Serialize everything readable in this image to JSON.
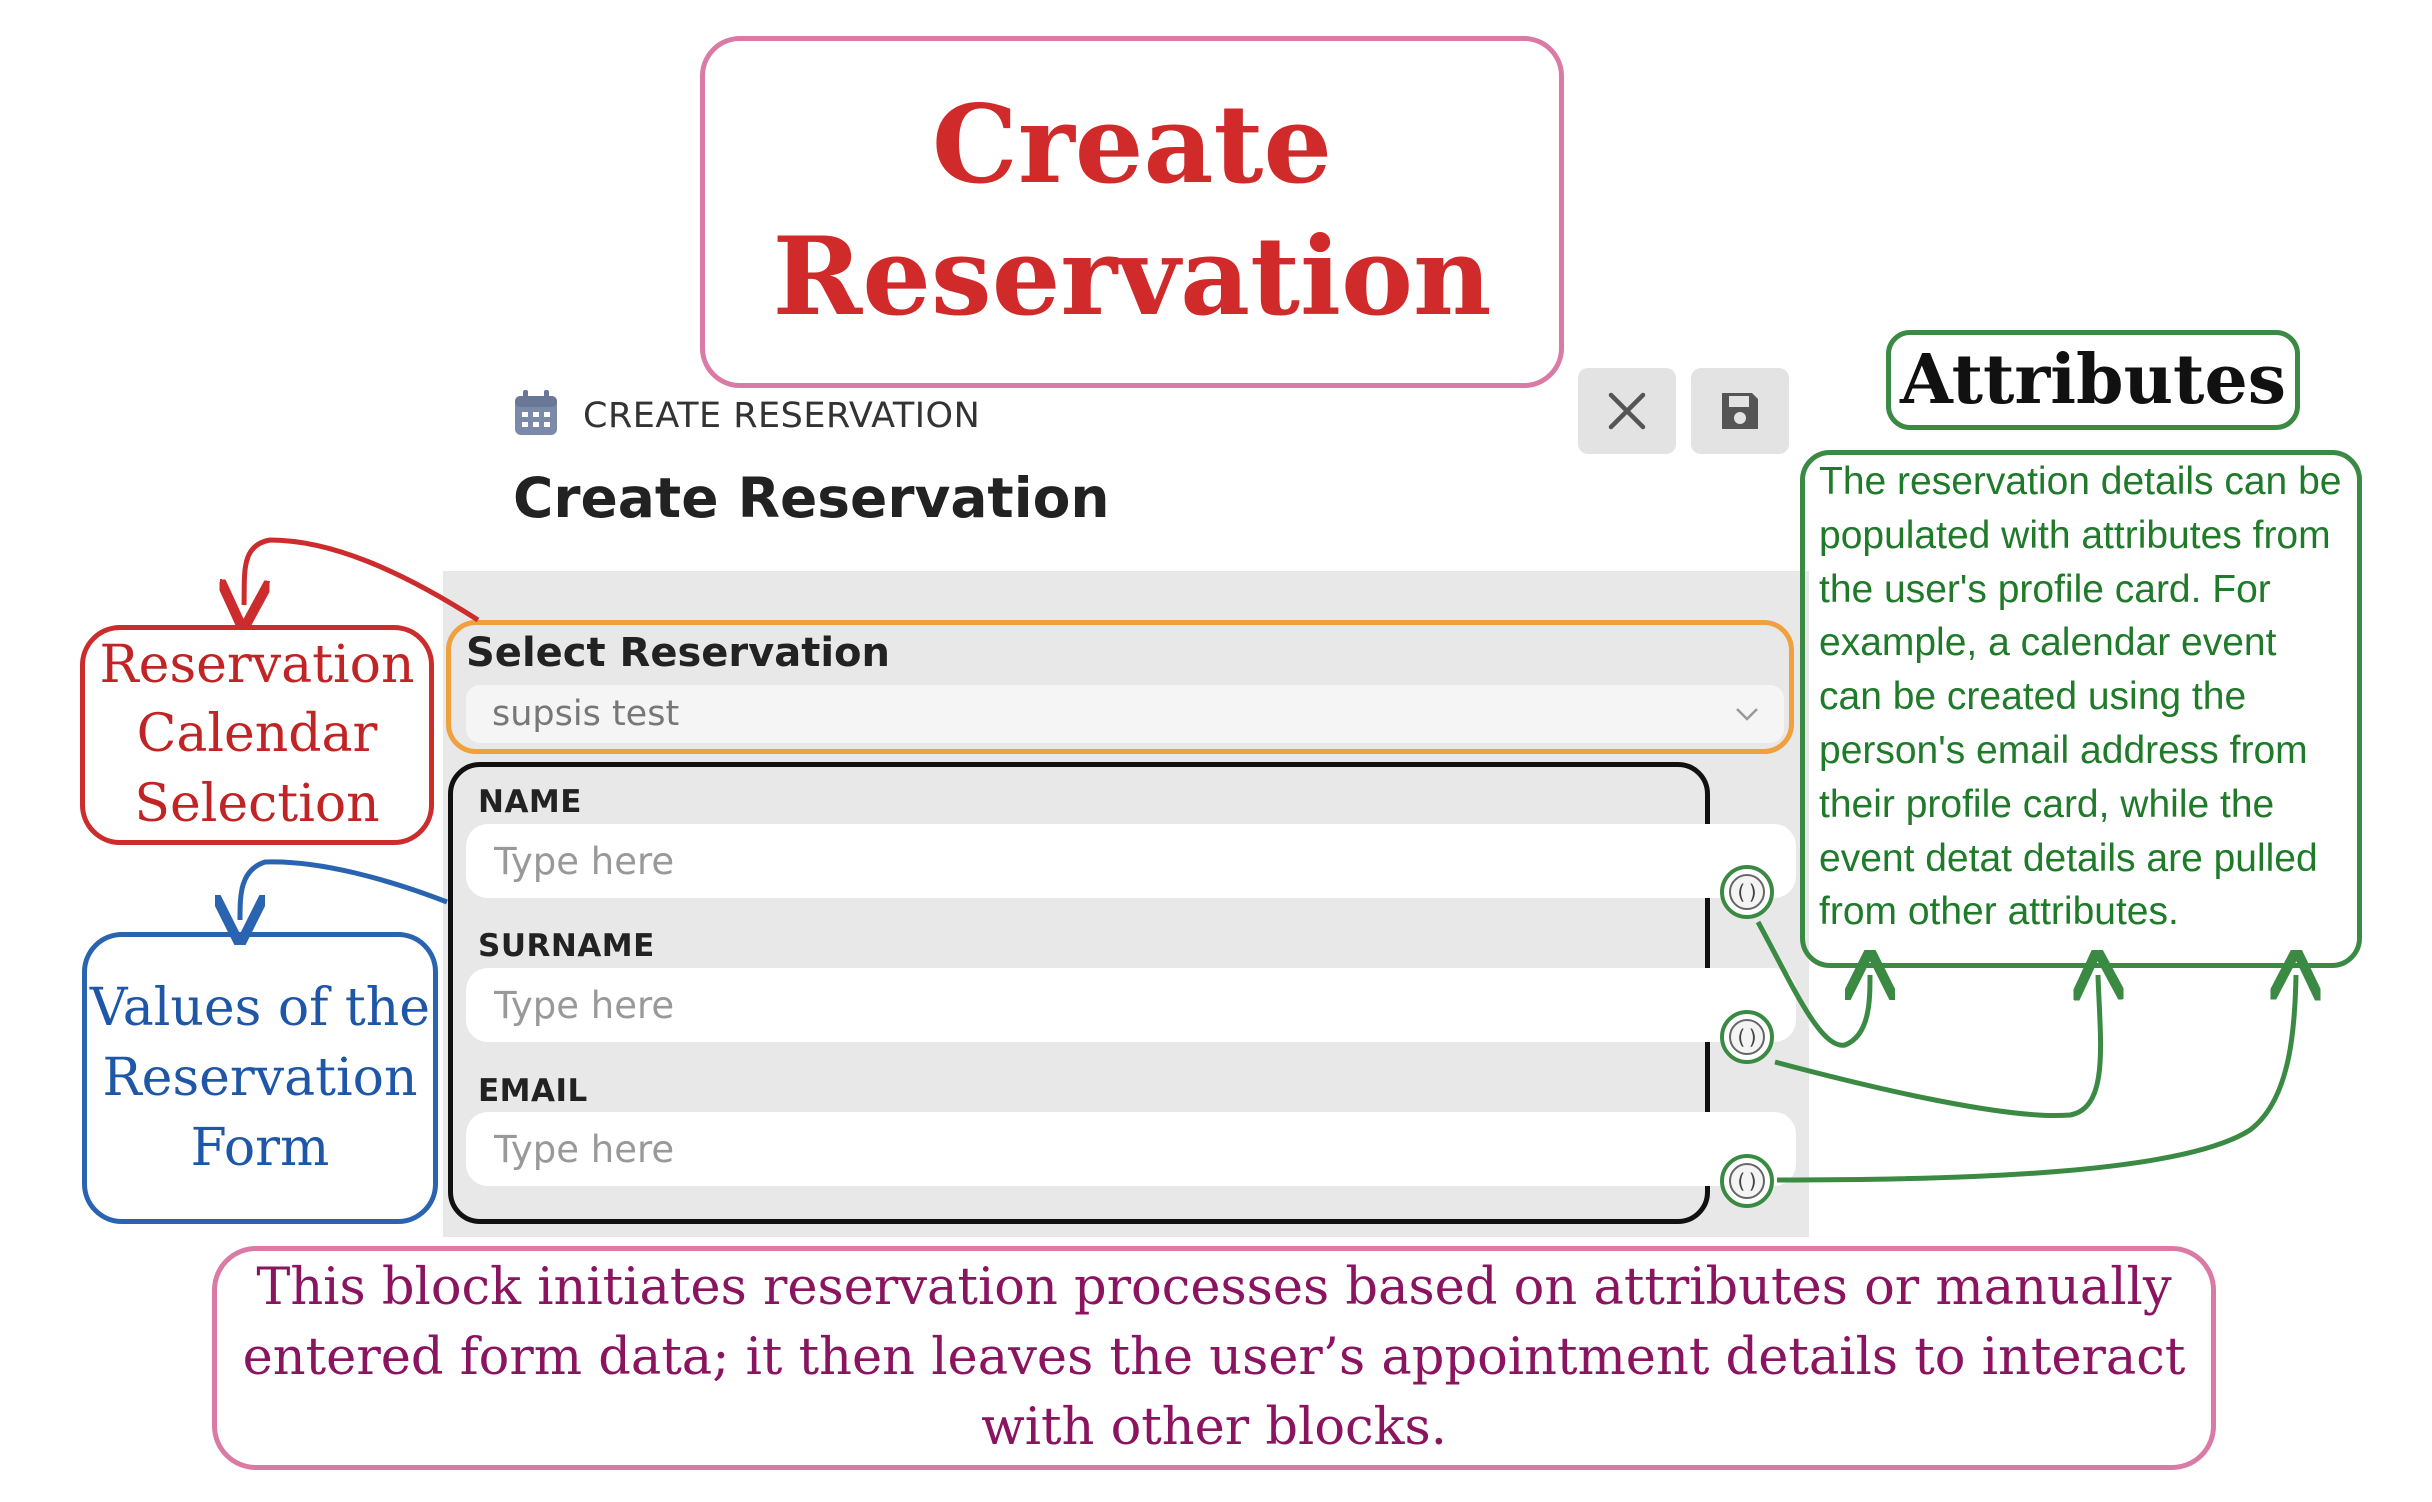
{
  "annotations": {
    "title_line1": "Create",
    "title_line2": "Reservation",
    "calendar_note": [
      "Reservation",
      "Calendar",
      "Selection"
    ],
    "values_note": [
      "Values of the",
      "Reservation",
      "Form"
    ],
    "attributes_title": "Attributes",
    "attributes_desc": "The reservation details can be populated with attributes from the user's profile card. For example, a calendar event can be created using the person's email address from their profile card, while the event detat details are pulled from other attributes.",
    "summary": "This block initiates reservation processes based on attributes or manually entered form data; it then leaves the user’s appointment details to interact with other blocks."
  },
  "header": {
    "label": "CREATE RESERVATION",
    "title": "Create Reservation",
    "icon": "calendar-icon"
  },
  "toolbar": {
    "close_icon": "close-icon",
    "save_icon": "save-icon"
  },
  "form": {
    "select_label": "Select Reservation",
    "select_value": "supsis test",
    "fields": [
      {
        "label": "NAME",
        "placeholder": "Type here",
        "value": ""
      },
      {
        "label": "SURNAME",
        "placeholder": "Type here",
        "value": ""
      },
      {
        "label": "EMAIL",
        "placeholder": "Type here",
        "value": ""
      }
    ]
  },
  "colors": {
    "title_red": "#d02a2a",
    "select_outline": "#f0a03c",
    "attributes_green": "#3a8a44",
    "values_blue": "#2a64b0",
    "summary_magenta": "#8a1460"
  }
}
